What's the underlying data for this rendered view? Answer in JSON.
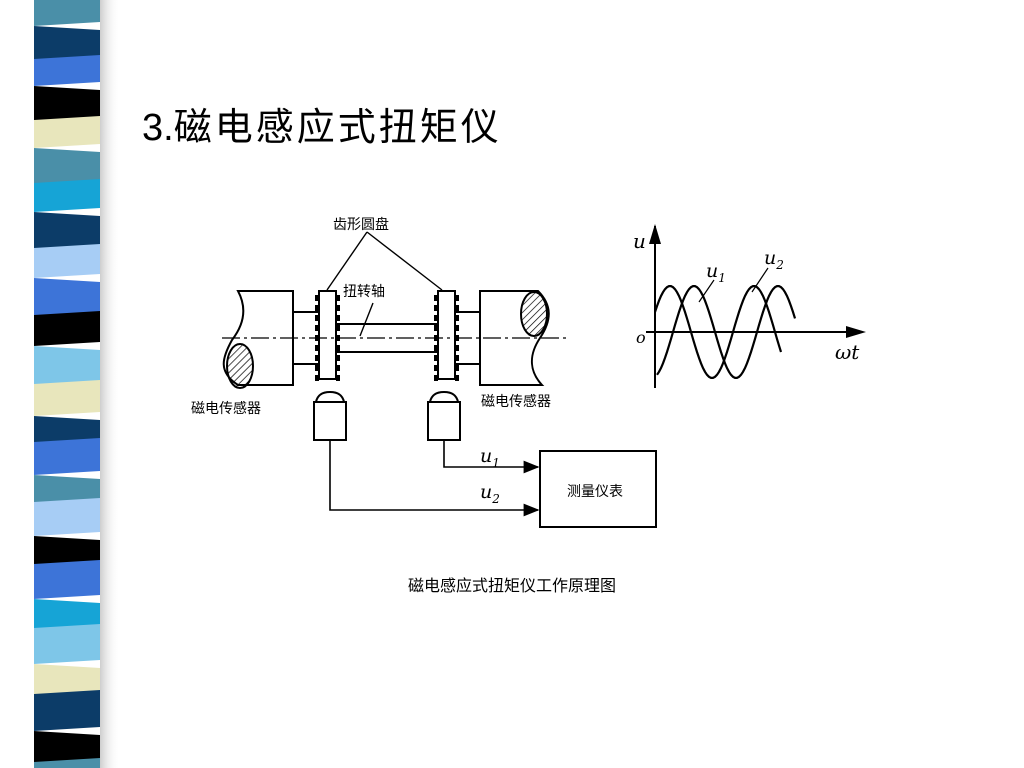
{
  "slide": {
    "title_number": "3.",
    "title_text": "磁电感应式扭矩仪",
    "caption": "磁电感应式扭矩仪工作原理图"
  },
  "diagram": {
    "label_gear_disc": "齿形圆盘",
    "label_torsion_shaft": "扭转轴",
    "label_sensor_left": "磁电传感器",
    "label_sensor_right": "磁电传感器",
    "label_meter": "测量仪表",
    "signal_1_symbol": "u",
    "signal_1_sub": "1",
    "signal_2_symbol": "u",
    "signal_2_sub": "2"
  },
  "waveform": {
    "y_axis_label": "u",
    "x_axis_label": "ωt",
    "origin_label": "o",
    "curve_1_symbol": "u",
    "curve_1_sub": "1",
    "curve_2_symbol": "u",
    "curve_2_sub": "2"
  },
  "colors": {
    "stripe_palette": [
      "#4a8fa8",
      "#0c3c68",
      "#3d74d8",
      "#000000",
      "#e8e6bc",
      "#16a4d6",
      "#a7cdf5",
      "#7ec6e8"
    ]
  }
}
